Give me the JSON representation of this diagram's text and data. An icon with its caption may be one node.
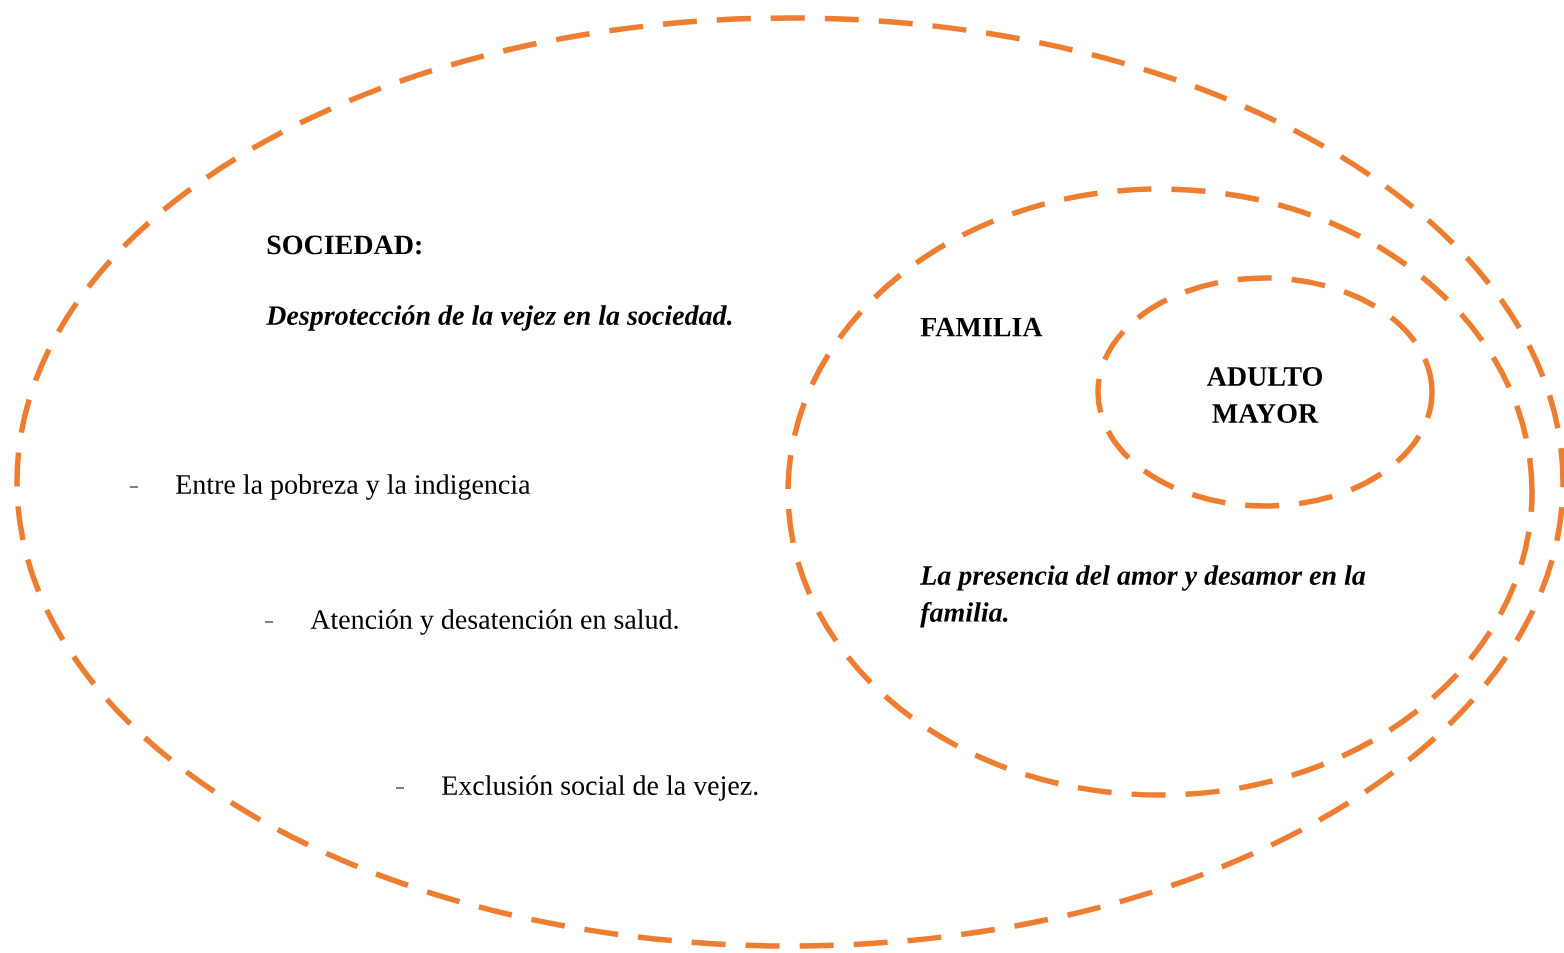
{
  "diagram": {
    "nodes": [
      {
        "text": [
          "SOCIEDAD:",
          "Desprotección de la vejez en la sociedad.",
          "Entre la pobreza y la indigencia",
          "Atención y desatención en salud.",
          "Exclusión social de la vejez."
        ]
      },
      {
        "text": [
          "FAMILIA",
          "La presencia del amor y desamor en la familia."
        ],
        "in": 0
      },
      {
        "text": [
          "ADULTO MAYOR"
        ],
        "in": 1
      }
    ]
  }
}
